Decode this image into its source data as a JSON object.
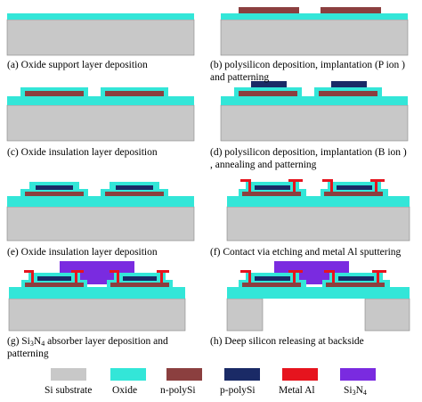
{
  "colors": {
    "si": "#c8c8c8",
    "oxide": "#33e6d8",
    "npoly": "#8b3f3f",
    "ppoly": "#1a2a66",
    "al": "#e6141e",
    "si3n4": "#7a2be0"
  },
  "panels": [
    {
      "id": "a",
      "caption": "(a) Oxide support layer deposition"
    },
    {
      "id": "b",
      "caption_l1": "(b) polysilicon deposition, implantation (P ion )",
      "caption_l2": "and patterning"
    },
    {
      "id": "c",
      "caption": "(c) Oxide insulation layer deposition"
    },
    {
      "id": "d",
      "caption_l1": "(d) polysilicon deposition, implantation (B ion )",
      "caption_l2": ", annealing and patterning"
    },
    {
      "id": "e",
      "caption": "(e) Oxide insulation layer deposition"
    },
    {
      "id": "f",
      "caption": "(f) Contact via etching and metal Al sputtering"
    },
    {
      "id": "g",
      "caption_l1_pre": "(g) Si",
      "caption_l1_sub": "3",
      "caption_l1_mid": "N",
      "caption_l1_sub2": "4",
      "caption_l1_post": " absorber layer deposition and",
      "caption_l2": "patterning"
    },
    {
      "id": "h",
      "caption": "(h) Deep silicon releasing at backside"
    }
  ],
  "legend": {
    "si": "Si substrate",
    "oxide": "Oxide",
    "npoly": "n-polySi",
    "ppoly": "p-polySi",
    "al": "Metal Al",
    "si3n4_pre": "Si",
    "si3n4_sub1": "3",
    "si3n4_mid": "N",
    "si3n4_sub2": "4"
  }
}
